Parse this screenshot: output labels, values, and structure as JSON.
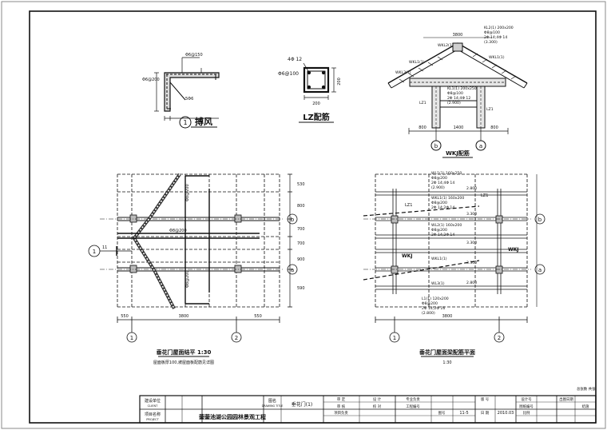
{
  "details": {
    "fascia": {
      "title": "搏风",
      "num": "1",
      "rebar_top": "Φ6@150",
      "rebar_left": "Φ6@200",
      "length": "5Φ6"
    },
    "lz": {
      "title": "LZ配筋",
      "rebar_main": "4Φ 12",
      "stirrup": "Φ6@100",
      "width": "200",
      "height": "200"
    },
    "wkj": {
      "title": "WKJ配筋",
      "labels": [
        "WKL1(1)",
        "KL2(1) 200x200",
        "Φ8@100",
        "2Φ 14;4Φ 14",
        "(3.300)",
        "WKL2(1)",
        "WKL1(1)",
        "WKL3(1)",
        "KL1(1) 200x250",
        "Φ8@100",
        "2Φ 14;4Φ 12",
        "(2.900)",
        "LZ1",
        "LZ1"
      ],
      "dims": [
        "800",
        "1400",
        "800",
        "3800"
      ],
      "axes": [
        "b",
        "a"
      ]
    }
  },
  "plans": {
    "left": {
      "title": "垂花门屋面结平  1:30",
      "subtitle": "屋面板厚100,坡屋面板配筋见详图",
      "dims_bottom": [
        "550",
        "3800",
        "550"
      ],
      "dims_right": [
        "530",
        "800",
        "700",
        "700",
        "900",
        "590"
      ],
      "axes_bottom": [
        "1",
        "2"
      ],
      "axes_side": [
        "b",
        "a"
      ],
      "rebar": [
        "Φ8@200",
        "Φ8@200",
        "Φ8@200"
      ],
      "callout_num": "1",
      "callout_ref": "11"
    },
    "right": {
      "title": "垂花门屋面梁配筋平面",
      "scale": "1:30",
      "beams": [
        "WL1(1) 160x250",
        "Φ8@200",
        "2Φ 14;4Φ 14",
        "(2.900)",
        "WKL1(1) 160x200",
        "Φ8@200",
        "2Φ 14;2Φ 14",
        "WL2(1) 160x200",
        "Φ8@200",
        "2Φ 14;2Φ 14",
        "WKL1(1)",
        "WL3(1)",
        "L1(1) 120x200",
        "Φ8@200",
        "2Φ 14;2Φ 16",
        "(2.800)"
      ],
      "levels": [
        "2.800",
        "3.300",
        "3.300",
        "3.300",
        "2.800"
      ],
      "tags": [
        "LZ1",
        "LZ1",
        "WKJ",
        "WKJ"
      ],
      "dims_bottom": [
        "3800"
      ],
      "axes_bottom": [
        "1",
        "2"
      ],
      "axes_side": [
        "b",
        "a"
      ]
    }
  },
  "title_block": {
    "cells": [
      "建设单位",
      "CLIENT",
      "项目名称",
      "PROJECT",
      "蓥蓥池湖公园园林景观工程",
      "图名",
      "DRAWING TITLE",
      "垂花门(1)",
      "审 定",
      "审 核",
      "项目负责",
      "设 计",
      "校 对",
      "专业负责",
      "工程编号",
      "图号",
      "11-5",
      "版 号",
      "日 期",
      "2010.03",
      "设计号",
      "图纸编号",
      "比例",
      "出图日期",
      "结施"
    ],
    "page_tag": "总张数 共张"
  }
}
